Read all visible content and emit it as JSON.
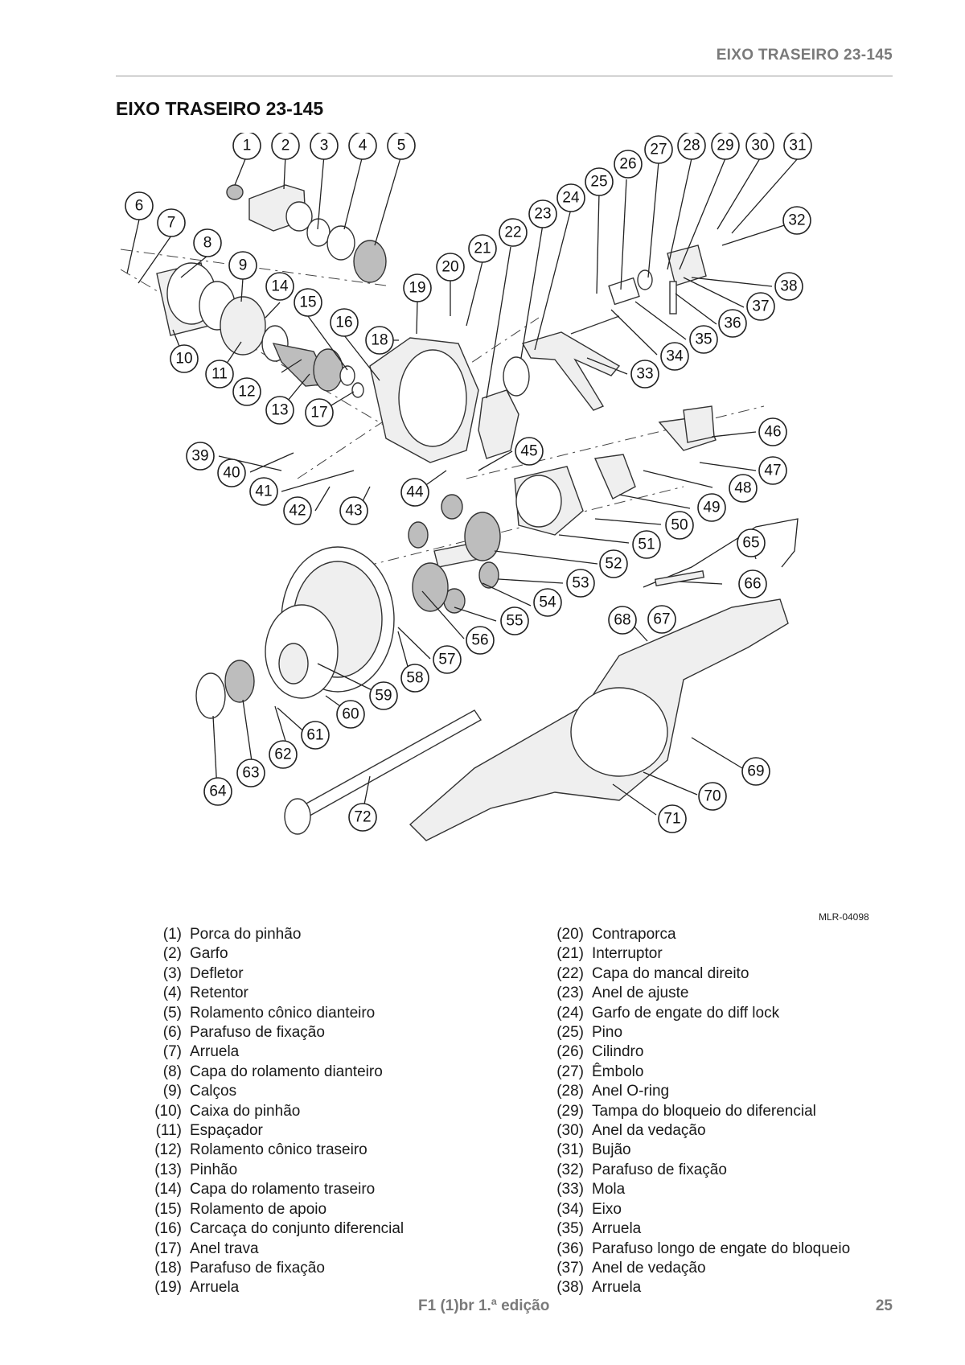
{
  "header": {
    "running_title": "EIXO TRASEIRO 23-145",
    "page_title": "EIXO TRASEIRO 23-145"
  },
  "figure": {
    "reference": "MLR-04098",
    "callouts": [
      "1",
      "2",
      "3",
      "4",
      "5",
      "6",
      "7",
      "8",
      "9",
      "10",
      "11",
      "12",
      "13",
      "14",
      "15",
      "16",
      "17",
      "18",
      "19",
      "20",
      "21",
      "22",
      "23",
      "24",
      "25",
      "26",
      "27",
      "28",
      "29",
      "30",
      "31",
      "32",
      "33",
      "34",
      "35",
      "36",
      "37",
      "38",
      "39",
      "40",
      "41",
      "42",
      "43",
      "44",
      "45",
      "46",
      "47",
      "48",
      "49",
      "50",
      "51",
      "52",
      "53",
      "54",
      "55",
      "56",
      "57",
      "58",
      "59",
      "60",
      "61",
      "62",
      "63",
      "64",
      "65",
      "66",
      "67",
      "68",
      "69",
      "70",
      "71",
      "72"
    ]
  },
  "legend": {
    "left": [
      {
        "num": "(1)",
        "text": "Porca do pinhão"
      },
      {
        "num": "(2)",
        "text": "Garfo"
      },
      {
        "num": "(3)",
        "text": "Defletor"
      },
      {
        "num": "(4)",
        "text": "Retentor"
      },
      {
        "num": "(5)",
        "text": "Rolamento cônico dianteiro"
      },
      {
        "num": "(6)",
        "text": "Parafuso de fixação"
      },
      {
        "num": "(7)",
        "text": "Arruela"
      },
      {
        "num": "(8)",
        "text": "Capa do rolamento dianteiro"
      },
      {
        "num": "(9)",
        "text": "Calços"
      },
      {
        "num": "(10)",
        "text": "Caixa do pinhão"
      },
      {
        "num": "(11)",
        "text": "Espaçador"
      },
      {
        "num": "(12)",
        "text": "Rolamento cônico traseiro"
      },
      {
        "num": "(13)",
        "text": "Pinhão"
      },
      {
        "num": "(14)",
        "text": "Capa do rolamento traseiro"
      },
      {
        "num": "(15)",
        "text": "Rolamento de apoio"
      },
      {
        "num": "(16)",
        "text": "Carcaça do conjunto diferencial"
      },
      {
        "num": "(17)",
        "text": "Anel trava"
      },
      {
        "num": "(18)",
        "text": "Parafuso de fixação"
      },
      {
        "num": "(19)",
        "text": "Arruela"
      }
    ],
    "right": [
      {
        "num": "(20)",
        "text": "Contraporca"
      },
      {
        "num": "(21)",
        "text": "Interruptor"
      },
      {
        "num": "(22)",
        "text": "Capa do mancal direito"
      },
      {
        "num": "(23)",
        "text": "Anel de ajuste"
      },
      {
        "num": "(24)",
        "text": "Garfo de engate do diff lock"
      },
      {
        "num": "(25)",
        "text": "Pino"
      },
      {
        "num": "(26)",
        "text": "Cilindro"
      },
      {
        "num": "(27)",
        "text": "Êmbolo"
      },
      {
        "num": "(28)",
        "text": "Anel O-ring"
      },
      {
        "num": "(29)",
        "text": "Tampa do bloqueio do diferencial"
      },
      {
        "num": "(30)",
        "text": "Anel da vedação"
      },
      {
        "num": "(31)",
        "text": "Bujão"
      },
      {
        "num": "(32)",
        "text": "Parafuso de fixação"
      },
      {
        "num": "(33)",
        "text": "Mola"
      },
      {
        "num": "(34)",
        "text": "Eixo"
      },
      {
        "num": "(35)",
        "text": "Arruela"
      },
      {
        "num": "(36)",
        "text": "Parafuso longo de engate do bloqueio"
      },
      {
        "num": "(37)",
        "text": "Anel de vedação"
      },
      {
        "num": "(38)",
        "text": "Arruela"
      }
    ]
  },
  "footer": {
    "edition": "F1 (1)br 1.ª edição",
    "page": "25"
  }
}
